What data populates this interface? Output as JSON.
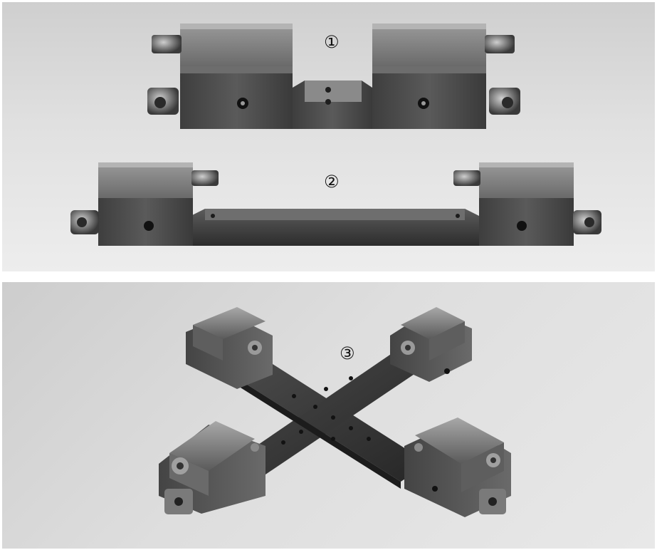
{
  "figure": {
    "labels": {
      "one": "①",
      "two": "②",
      "three": "③"
    },
    "colors": {
      "panel_light": "#ededed",
      "panel_dark": "#cfcfcf",
      "steel_light": "#8c8c8c",
      "steel_mid": "#5f5f5f",
      "steel_dark": "#2e2e2e"
    },
    "icons": [
      "clamp-block",
      "hydraulic-fitting",
      "cross-frame"
    ]
  }
}
